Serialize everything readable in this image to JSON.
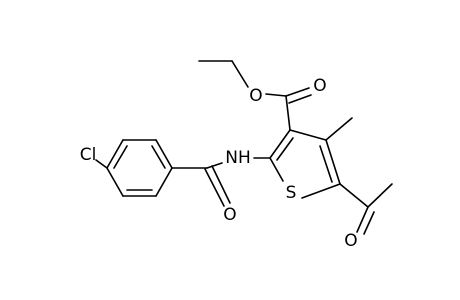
{
  "structure": {
    "atoms": {
      "chlorine": "Cl",
      "amide_nitrogen": "NH",
      "amide_oxygen": "O",
      "ester_carbonyl_oxygen": "O",
      "ester_ether_oxygen": "O",
      "thiophene_sulfur": "S",
      "acetyl_oxygen": "O"
    },
    "colors": {
      "line": "#000000",
      "background": "#ffffff"
    }
  }
}
